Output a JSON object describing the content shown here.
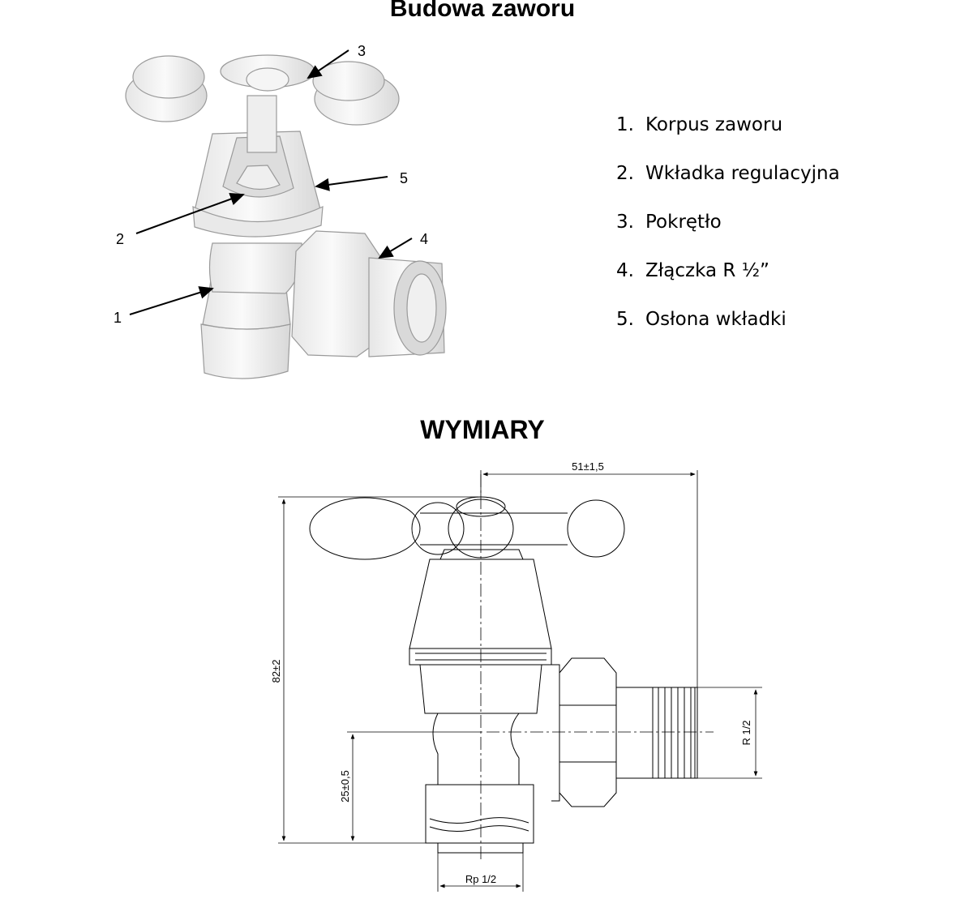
{
  "top_title": "Budowa zaworu",
  "bottom_title": "WYMIARY",
  "legend": [
    {
      "number": "1.",
      "label": "Korpus zaworu"
    },
    {
      "number": "2.",
      "label": "Wkładka regulacyjna"
    },
    {
      "number": "3.",
      "label": "Pokrętło"
    },
    {
      "number": "4.",
      "label": "Złączka R ½”"
    },
    {
      "number": "5.",
      "label": "Osłona wkładki"
    }
  ],
  "callouts": [
    "1",
    "2",
    "3",
    "4",
    "5"
  ],
  "dimensions": {
    "width": "51±1,5",
    "height": "82±2",
    "axis_height": "25±0,5",
    "outlet_thread": "R 1/2",
    "inlet_thread": "Rp 1/2"
  }
}
